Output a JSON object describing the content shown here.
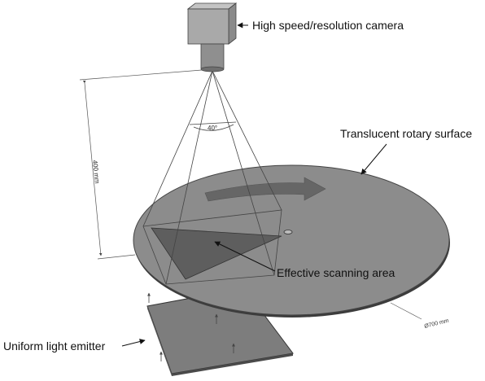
{
  "labels": {
    "camera": "High speed/resolution camera",
    "surface": "Translucent rotary surface",
    "scan_area": "Effective scanning area",
    "emitter": "Uniform light emitter"
  },
  "dimensions": {
    "height": "400 mm",
    "angle": "40°",
    "diameter": "Ø700 mm"
  },
  "colors": {
    "disc": "#8c8c8c",
    "disc_edge": "#4a4a4a",
    "scan_area": "#5e5e5e",
    "emitter": "#7d7d7d",
    "camera_body": "#a9a9a9",
    "arrow": "#666666"
  }
}
